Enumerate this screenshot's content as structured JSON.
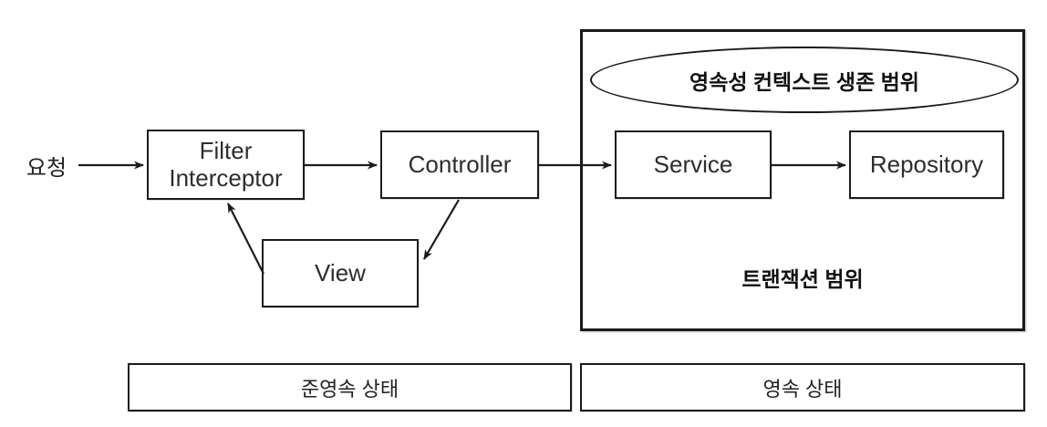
{
  "diagram": {
    "request_label": "요청",
    "nodes": {
      "filter_interceptor": {
        "label_line1": "Filter",
        "label_line2": "Interceptor"
      },
      "controller": {
        "label": "Controller"
      },
      "view": {
        "label": "View"
      },
      "service": {
        "label": "Service"
      },
      "repository": {
        "label": "Repository"
      }
    },
    "scopes": {
      "persistence_context": {
        "label": "영속성 컨텍스트 생존 범위"
      },
      "transaction": {
        "label": "트랜잭션 범위"
      }
    },
    "states": {
      "detached": {
        "label": "준영속 상태"
      },
      "persistent": {
        "label": "영속 상태"
      }
    },
    "arrows": [
      "request-to-filter",
      "filter-to-controller",
      "controller-to-service",
      "service-to-repository",
      "view-to-filter",
      "controller-to-view"
    ],
    "colors": {
      "background": "#ffffff",
      "line": "#1c1c1c",
      "text": "#2b2b2b"
    }
  }
}
